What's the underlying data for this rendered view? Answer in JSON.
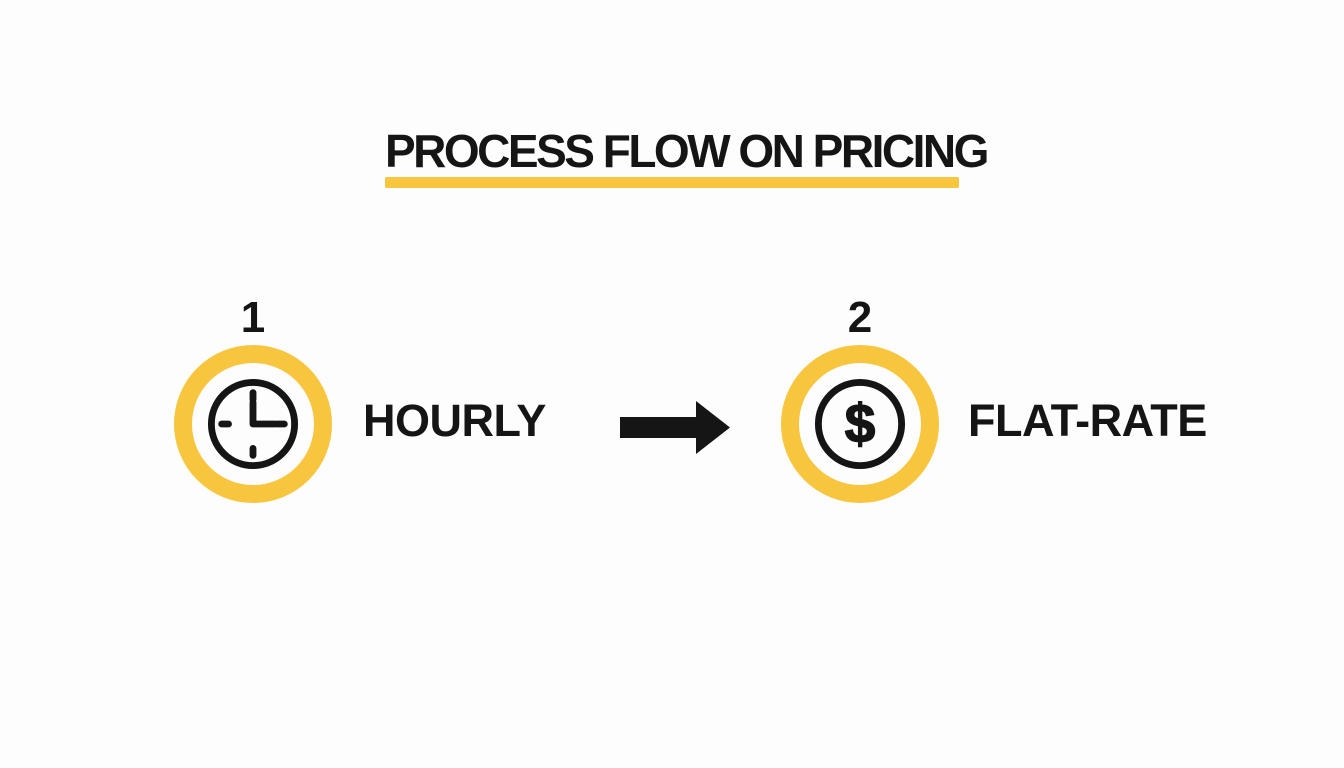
{
  "title": {
    "text": "PROCESS FLOW ON PRICING"
  },
  "steps": [
    {
      "number": "1",
      "label": "HOURLY",
      "icon": "clock-icon"
    },
    {
      "number": "2",
      "label": "FLAT-RATE",
      "icon": "dollar-icon",
      "glyph": "$"
    }
  ],
  "connector": {
    "icon": "arrow-right-icon"
  },
  "colors": {
    "accent_yellow": "#F7C63E",
    "ink": "#151515",
    "background": "#FDFDFD"
  }
}
